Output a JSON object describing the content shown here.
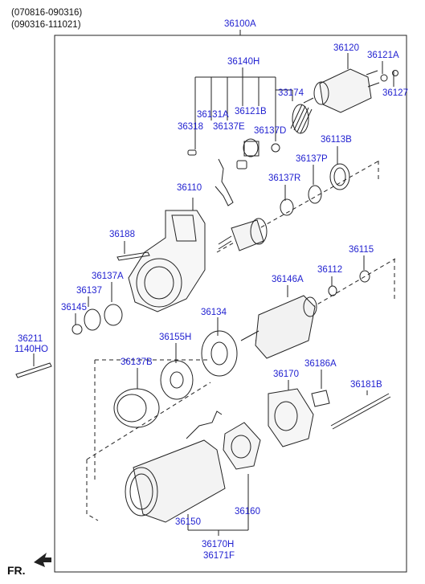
{
  "header": {
    "date_range_1": "(070816-090316)",
    "date_range_2": "(090316-111021)"
  },
  "direction_label": "FR.",
  "parts": {
    "p36100A": "36100A",
    "p36120": "36120",
    "p36121A": "36121A",
    "p36127": "36127",
    "p36140H": "36140H",
    "p33174": "33174",
    "p36131A": "36131A",
    "p36121B": "36121B",
    "p36318": "36318",
    "p36137E": "36137E",
    "p36137D": "36137D",
    "p36113B": "36113B",
    "p36137P": "36137P",
    "p36137R": "36137R",
    "p36110": "36110",
    "p36188": "36188",
    "p36115": "36115",
    "p36137A": "36137A",
    "p36112": "36112",
    "p36146A": "36146A",
    "p36137": "36137",
    "p36145": "36145",
    "p36134": "36134",
    "p36211": "36211",
    "p1140HO": "1140HO",
    "p36155H": "36155H",
    "p36137B": "36137B",
    "p36186A": "36186A",
    "p36170": "36170",
    "p36181B": "36181B",
    "p36150": "36150",
    "p36160": "36160",
    "p36170H": "36170H",
    "p36171F": "36171F"
  }
}
